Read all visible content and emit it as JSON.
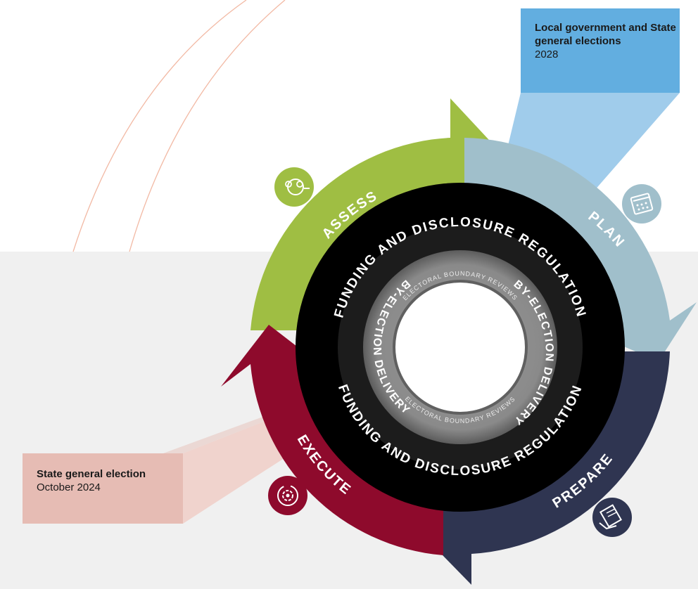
{
  "callouts": {
    "upcoming": {
      "title": "Local government and State general elections",
      "date": "2028"
    },
    "previous": {
      "title": "State general election",
      "date": "October 2024"
    }
  },
  "cycle": {
    "phases": [
      {
        "label": "ASSESS",
        "color": "#9fbe43",
        "icon": "people-search-icon"
      },
      {
        "label": "PLAN",
        "color": "#a0bfcb",
        "icon": "calendar-icon"
      },
      {
        "label": "PREPARE",
        "color": "#2f3551",
        "icon": "document-hand-icon"
      },
      {
        "label": "EXECUTE",
        "color": "#8e0a2c",
        "icon": "gear-cycle-icon"
      }
    ],
    "black_ring_text_top": "FUNDING AND DISCLOSURE REGULATION",
    "black_ring_text_bottom": "FUNDING AND DISCLOSURE REGULATION",
    "dark_ring_text_right": "BY-ELECTION DELIVERY",
    "dark_ring_text_left": "BY-ELECTION DELIVERY",
    "grey_ring_text_top": "ELECTORAL BOUNDARY REVIEWS",
    "grey_ring_text_bottom": "ELECTORAL BOUNDARY REVIEWS"
  },
  "colors": {
    "background_lower": "#f0f0f0",
    "decor_lines": "#f2b9a4",
    "beam_2028": "#8fc3e8",
    "beam_2024": "#f0cfc9",
    "black_ring": "#000000",
    "grey_ring": "#7c7c7c"
  }
}
